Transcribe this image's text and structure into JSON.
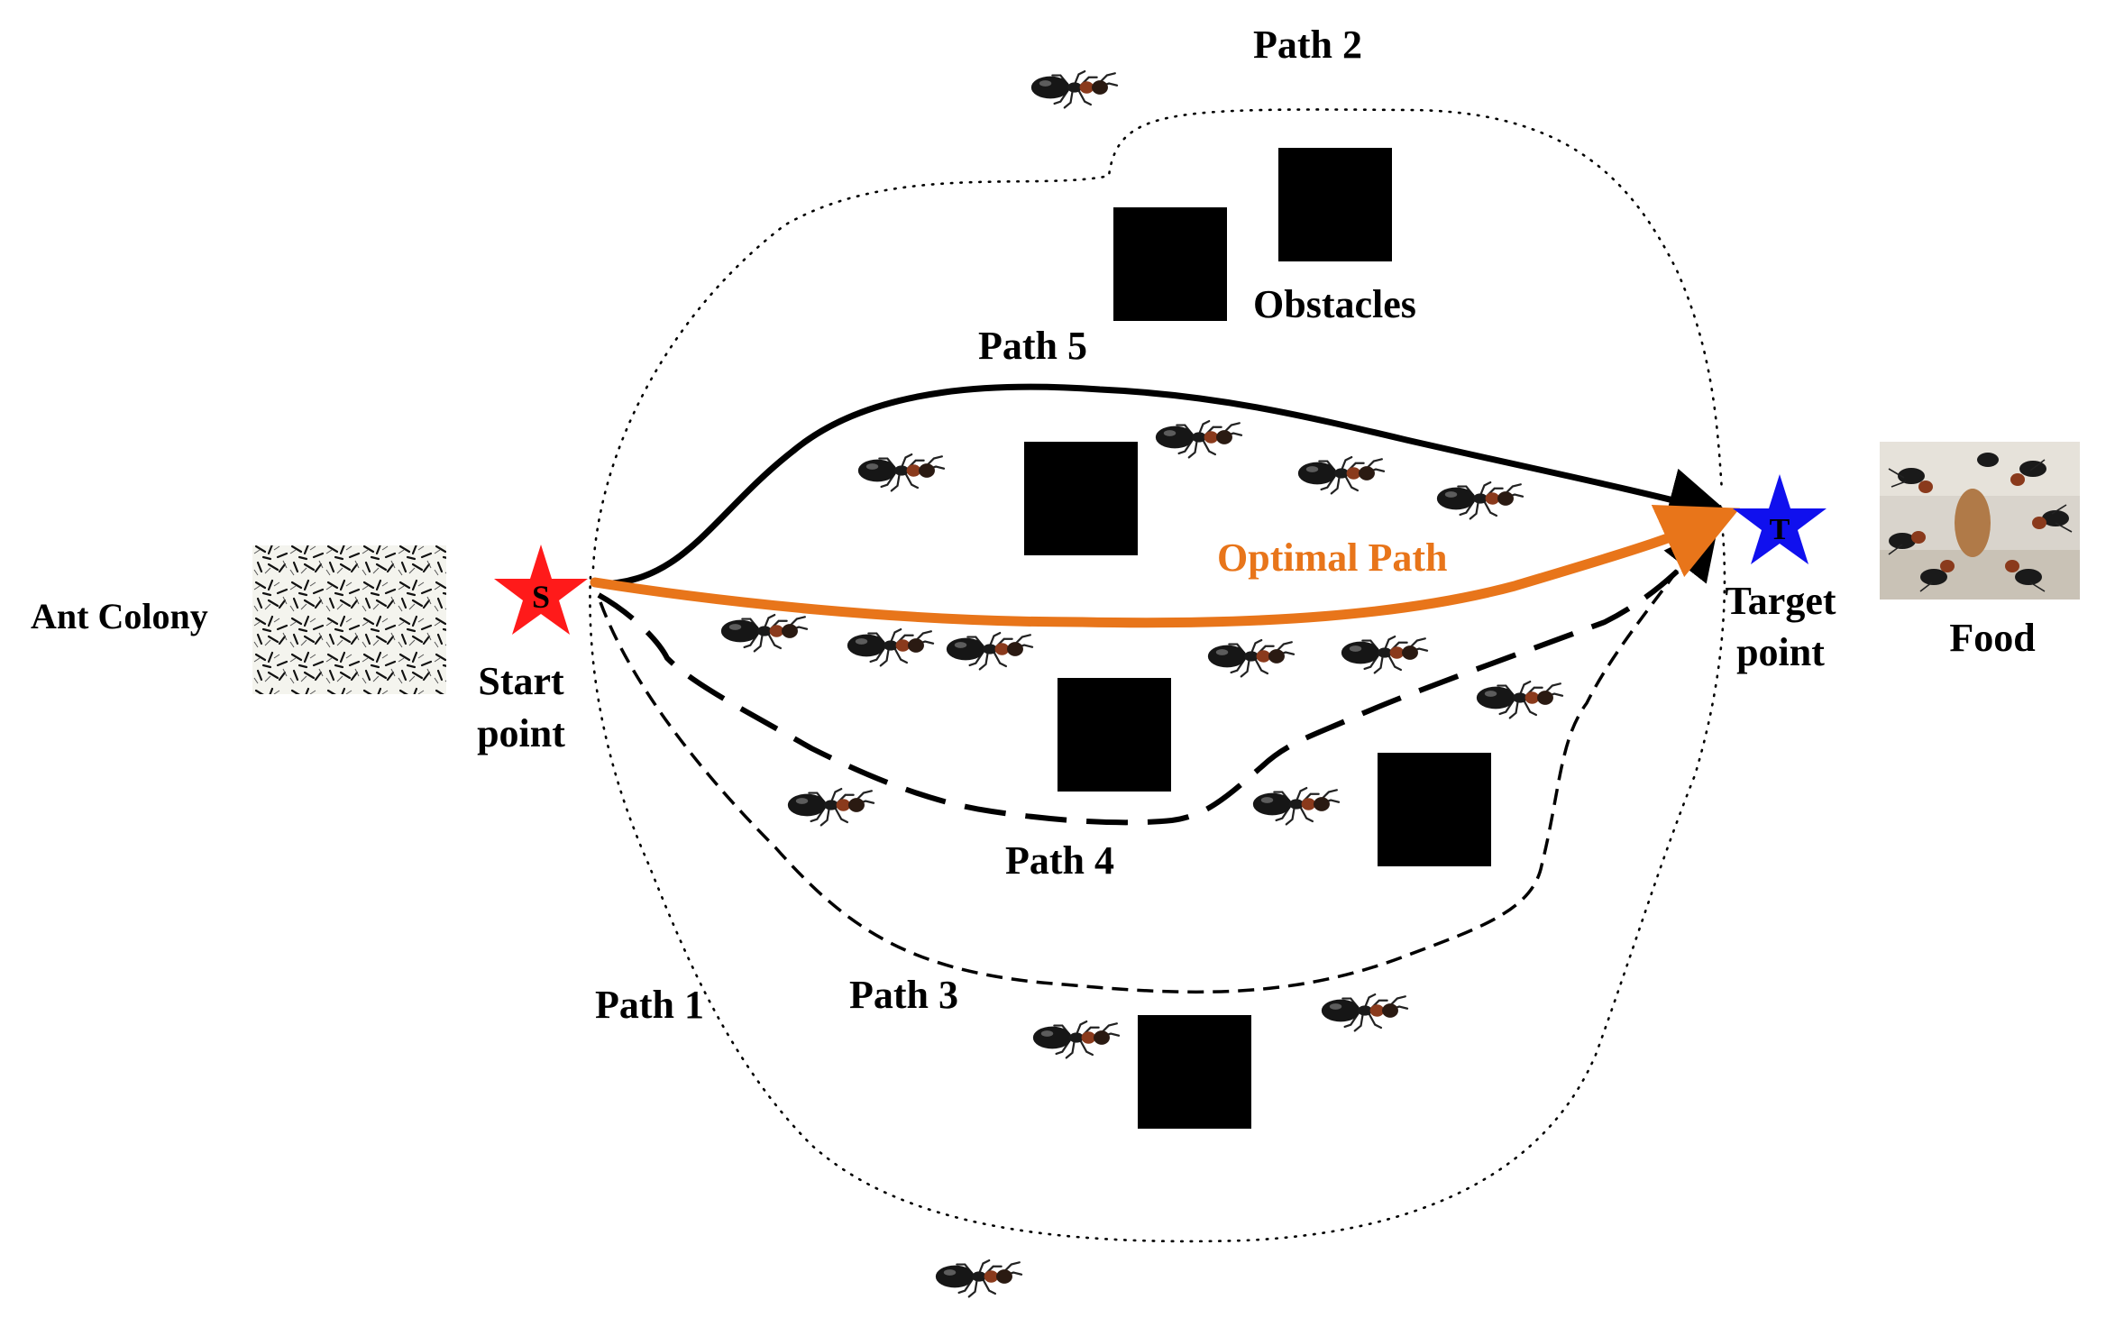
{
  "labels": {
    "ant_colony": "Ant Colony",
    "start_symbol": "S",
    "start_line1": "Start",
    "start_line2": "point",
    "target_symbol": "T",
    "target_line1": "Target",
    "target_line2": "point",
    "food": "Food",
    "obstacles": "Obstacles",
    "optimal_path": "Optimal Path",
    "path1": "Path 1",
    "path2": "Path 2",
    "path3": "Path 3",
    "path4": "Path 4",
    "path5": "Path 5"
  },
  "colors": {
    "start_star": "#ff1a1a",
    "target_star": "#1010ee",
    "optimal_path": "#e8751a",
    "obstacle": "#000000",
    "path": "#000000"
  },
  "icons": {
    "ant": "ant-icon",
    "obstacle": "obstacle-square",
    "colony": "ant-colony-texture",
    "food": "food-photo"
  }
}
